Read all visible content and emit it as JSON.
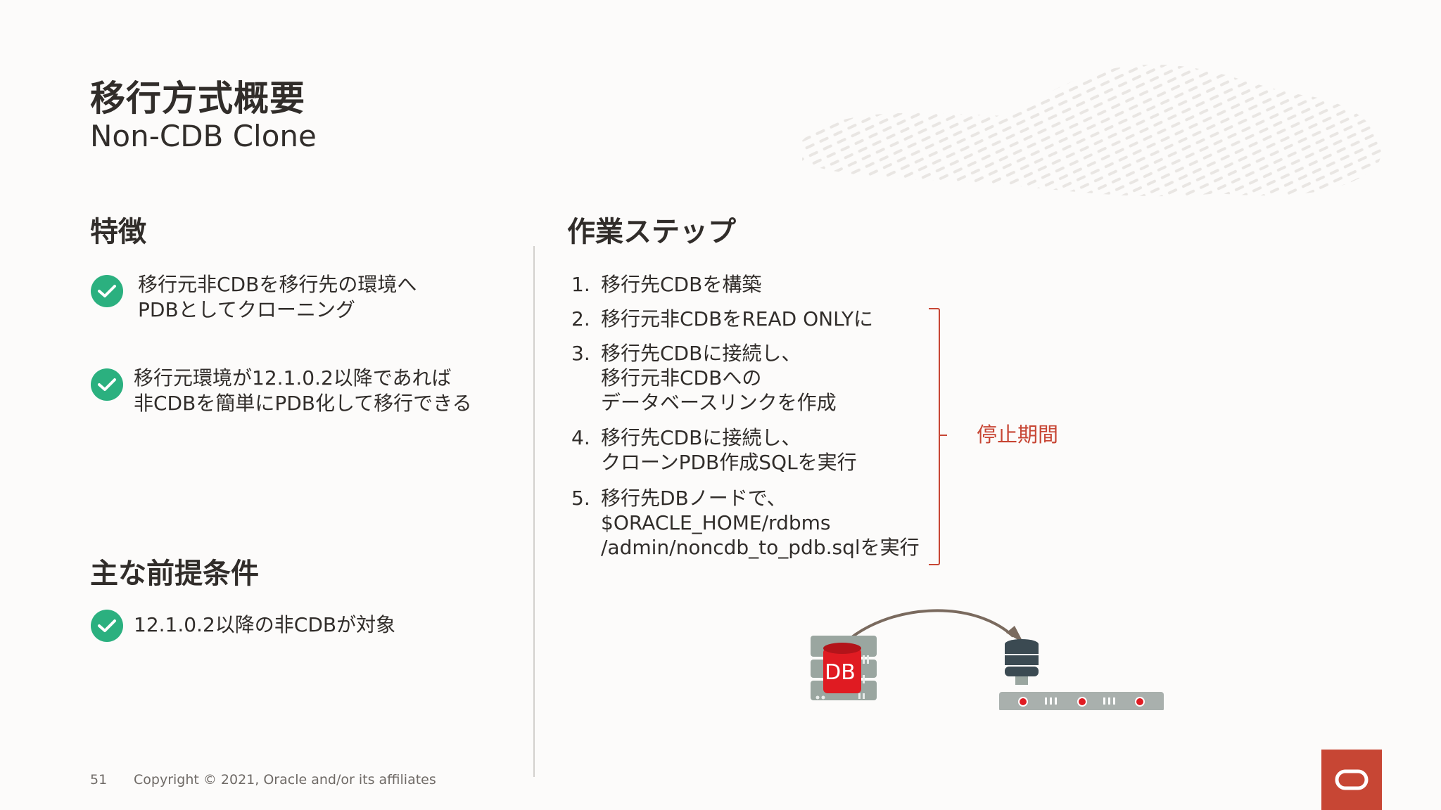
{
  "header": {
    "title_jp": "移行方式概要",
    "title_en": "Non-CDB Clone"
  },
  "features": {
    "heading": "特徴",
    "items": [
      {
        "line1": "移行元非CDBを移行先の環境へ",
        "line2": "PDBとしてクローニング"
      },
      {
        "line1": "移行元環境が12.1.0.2以降であれば",
        "line2": "非CDBを簡単にPDB化して移行できる"
      }
    ]
  },
  "prerequisites": {
    "heading": "主な前提条件",
    "items": [
      "12.1.0.2以降の非CDBが対象"
    ]
  },
  "steps": {
    "heading": "作業ステップ",
    "items": [
      {
        "num": "1.",
        "lines": [
          "移行先CDBを構築"
        ]
      },
      {
        "num": "2.",
        "lines": [
          "移行元非CDBをREAD ONLYに"
        ]
      },
      {
        "num": "3.",
        "lines": [
          "移行先CDBに接続し、",
          "移行元非CDBへの",
          "データベースリンクを作成"
        ]
      },
      {
        "num": "4.",
        "lines": [
          "移行先CDBに接続し、",
          "クローンPDB作成SQLを実行"
        ]
      },
      {
        "num": "5.",
        "lines": [
          "移行先DBノードで、",
          "$ORACLE_HOME/rdbms",
          "/admin/noncdb_to_pdb.sqlを実行"
        ]
      }
    ],
    "downtime_label": "停止期間"
  },
  "diagram": {
    "source_db_label": "DB"
  },
  "footer": {
    "page_number": "51",
    "copyright": "Copyright © 2021, Oracle and/or its affiliates"
  },
  "colors": {
    "accent_red": "#c74634",
    "check_green": "#2bb07f",
    "text": "#312d2a"
  },
  "icons": [
    "check-circle-icon",
    "server-db-icon",
    "database-node-icon",
    "oracle-logo-icon"
  ]
}
